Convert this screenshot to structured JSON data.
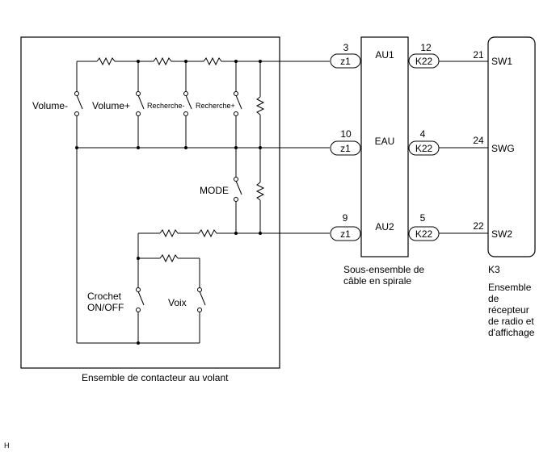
{
  "switch_assembly": {
    "caption": "Ensemble de contacteur au volant",
    "switches": {
      "volume_minus": "Volume-",
      "volume_plus": "Volume+",
      "seek_minus": "Recherche-",
      "seek_plus": "Recherche+",
      "mode": "MODE",
      "hook": [
        "Crochet",
        "ON/OFF"
      ],
      "voice": "Voix"
    }
  },
  "spiral_cable": {
    "caption": [
      "Sous-ensemble de",
      "câble en spirale"
    ],
    "rows": [
      {
        "signal": "AU1",
        "left_pin": "3",
        "left_conn": "z1",
        "right_pin": "12",
        "right_conn": "K22"
      },
      {
        "signal": "EAU",
        "left_pin": "10",
        "left_conn": "z1",
        "right_pin": "4",
        "right_conn": "K22"
      },
      {
        "signal": "AU2",
        "left_pin": "9",
        "left_conn": "z1",
        "right_pin": "5",
        "right_conn": "K22"
      }
    ]
  },
  "receiver": {
    "id": "K3",
    "caption": [
      "Ensemble",
      "de",
      "récepteur",
      "de radio et",
      "d'affichage"
    ],
    "terminals": [
      {
        "pin": "21",
        "name": "SW1"
      },
      {
        "pin": "24",
        "name": "SWG"
      },
      {
        "pin": "22",
        "name": "SW2"
      }
    ]
  },
  "footer": {
    "mark": "H"
  }
}
